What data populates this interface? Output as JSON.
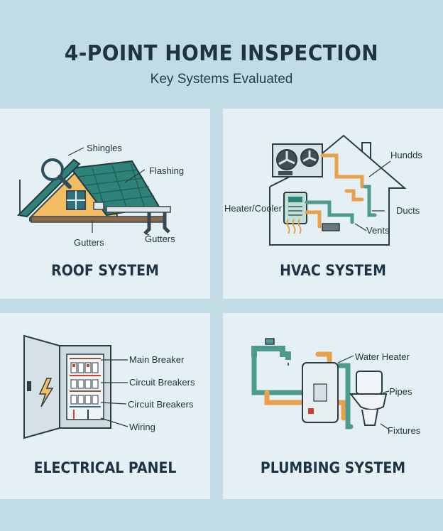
{
  "header": {
    "title": "4-POINT HOME INSPECTION",
    "subtitle": "Key Systems Evaluated"
  },
  "panels": {
    "roof": {
      "title": "ROOF SYSTEM",
      "labels": [
        "Shingles",
        "Flashing",
        "Gutters",
        "Gutters"
      ]
    },
    "hvac": {
      "title": "HVAC SYSTEM",
      "labels": [
        "Hundds",
        "Heater/Cooler",
        "Ducts",
        "Vents"
      ]
    },
    "electrical": {
      "title": "ELECTRICAL PANEL",
      "labels": [
        "Main Breaker",
        "Circuit Breakers",
        "Circuit Breakers",
        "Wiring"
      ]
    },
    "plumbing": {
      "title": "PLUMBING SYSTEM",
      "labels": [
        "Water Heater",
        "Pipes",
        "Fixtures"
      ]
    }
  },
  "colors": {
    "background": "#c2dce6",
    "panel": "#e4f0f3",
    "roof_green": "#2f8278",
    "wall_yellow": "#f2bd63",
    "pipe_orange": "#e9a04b",
    "pipe_teal": "#4f9a8f",
    "text_dark": "#1d3444"
  },
  "icons": [
    "magnifier-icon",
    "lightning-icon",
    "faucet-icon",
    "toilet-icon",
    "fan-icon",
    "heat-waves-icon"
  ]
}
